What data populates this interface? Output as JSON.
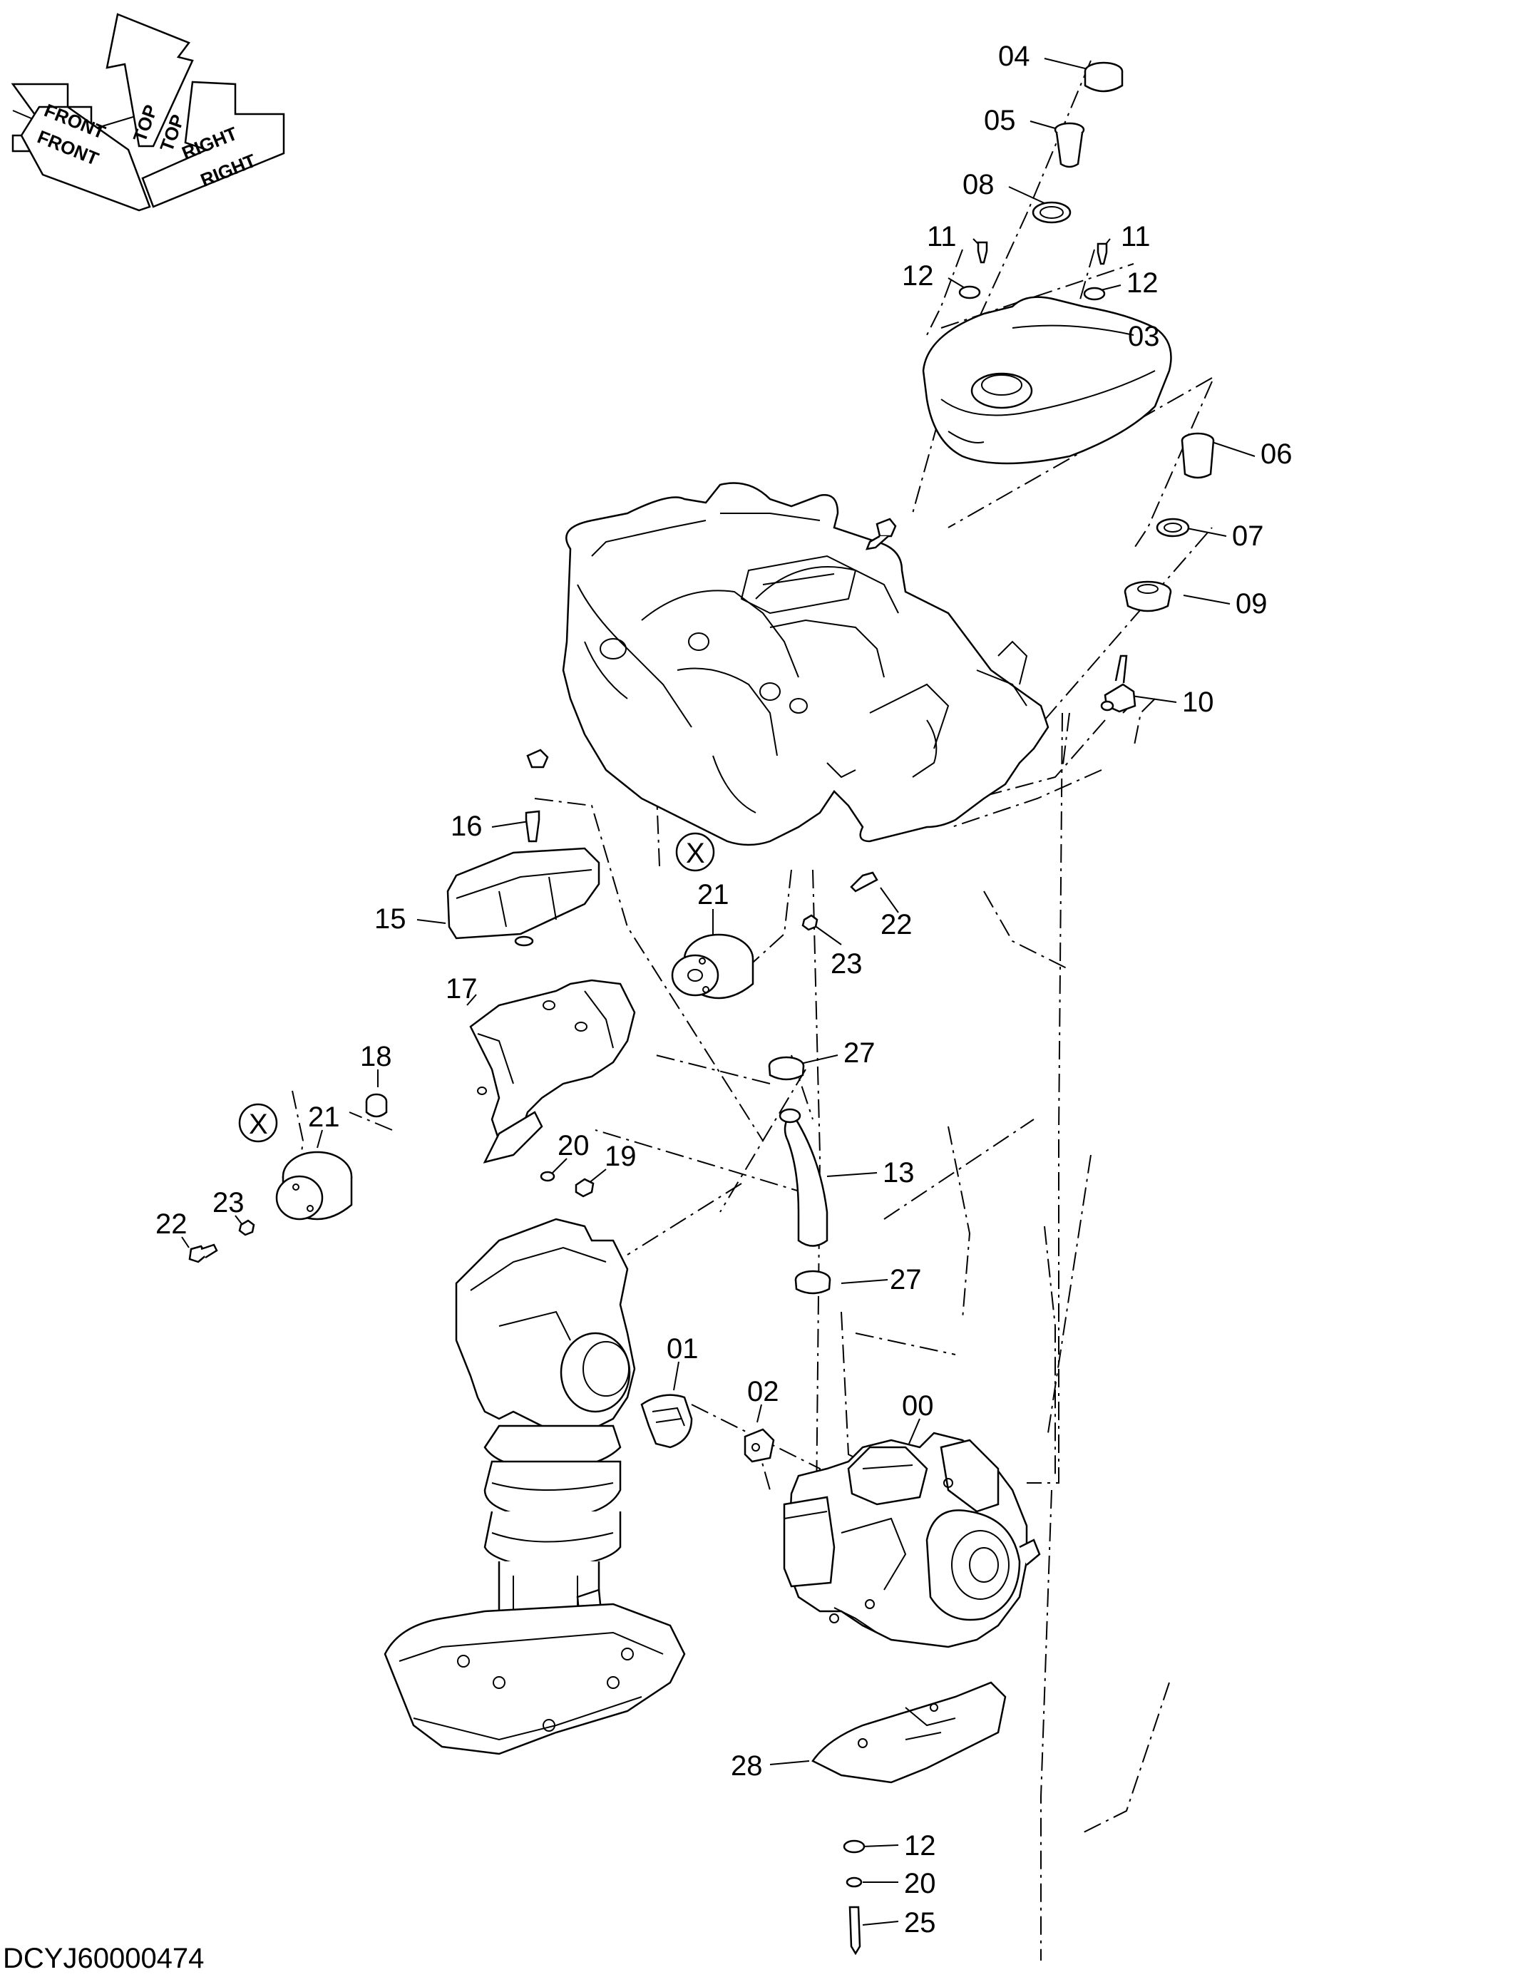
{
  "drawing": {
    "code": "DCYJ60000474",
    "direction_labels": {
      "front": "FRONT",
      "top": "TOP",
      "right": "RIGHT"
    },
    "marker": "X"
  },
  "callouts": [
    {
      "id": "c04",
      "text": "04"
    },
    {
      "id": "c05",
      "text": "05"
    },
    {
      "id": "c08",
      "text": "08"
    },
    {
      "id": "c11a",
      "text": "11"
    },
    {
      "id": "c11b",
      "text": "11"
    },
    {
      "id": "c12a",
      "text": "12"
    },
    {
      "id": "c12b",
      "text": "12"
    },
    {
      "id": "c03",
      "text": "03"
    },
    {
      "id": "c06",
      "text": "06"
    },
    {
      "id": "c07",
      "text": "07"
    },
    {
      "id": "c09",
      "text": "09"
    },
    {
      "id": "c10",
      "text": "10"
    },
    {
      "id": "c16",
      "text": "16"
    },
    {
      "id": "c15",
      "text": "15"
    },
    {
      "id": "c21a",
      "text": "21"
    },
    {
      "id": "c22a",
      "text": "22"
    },
    {
      "id": "c23a",
      "text": "23"
    },
    {
      "id": "c17",
      "text": "17"
    },
    {
      "id": "c27a",
      "text": "27"
    },
    {
      "id": "c18",
      "text": "18"
    },
    {
      "id": "c21b",
      "text": "21"
    },
    {
      "id": "c20a",
      "text": "20"
    },
    {
      "id": "c19",
      "text": "19"
    },
    {
      "id": "c13",
      "text": "13"
    },
    {
      "id": "c23b",
      "text": "23"
    },
    {
      "id": "c22b",
      "text": "22"
    },
    {
      "id": "c27b",
      "text": "27"
    },
    {
      "id": "c01",
      "text": "01"
    },
    {
      "id": "c02",
      "text": "02"
    },
    {
      "id": "c00",
      "text": "00"
    },
    {
      "id": "c28",
      "text": "28"
    },
    {
      "id": "c12c",
      "text": "12"
    },
    {
      "id": "c20b",
      "text": "20"
    },
    {
      "id": "c25",
      "text": "25"
    }
  ]
}
